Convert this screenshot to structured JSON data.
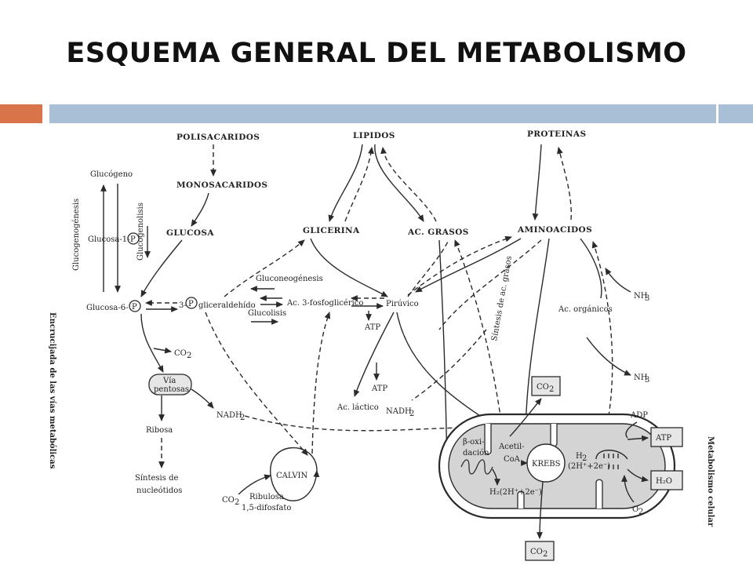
{
  "title": "ESQUEMA GENERAL DEL METABOLISMO",
  "labels": {
    "polisacaridos": "POLISACARIDOS",
    "monosacaridos": "MONOSACARIDOS",
    "glucosa": "GLUCOSA",
    "glucogeno": "Glucógeno",
    "glucosa1": "Glucosa-1-",
    "glucosa6": "Glucosa-6-",
    "glucogenogenesis": "Glucogenogénesis",
    "glucogenolisis": "Glucogenolisis",
    "lipidos": "LIPIDOS",
    "glicerina": "GLICERINA",
    "ac_grasos": "AC. GRASOS",
    "proteinas": "PROTEINAS",
    "aminoacidos": "AMINOACIDOS",
    "gluconeogenesis": "Gluconeogénesis",
    "glucolisis": "Glucolisis",
    "gliceraldehido": "gliceraldehído",
    "three": "3-",
    "ac_fosfoglicerico": "Ac. 3-fosfoglicérico",
    "piruvico": "Pirúvico",
    "atp": "ATP",
    "ac_lactico": "Ac. láctico",
    "nadh2": "NADH",
    "nadh_sub": "2",
    "co2": "CO",
    "two": "2",
    "via_pentosas_1": "Vía",
    "via_pentosas_2": "pentosas",
    "ribosa": "Ribosa",
    "sintesis_nucleotidos_1": "Síntesis de",
    "sintesis_nucleotidos_2": "nucleótidos",
    "calvin": "CALVIN",
    "ribulosa_1": "Ribulosa",
    "ribulosa_2": "1,5-difosfato",
    "sintesis_ac_grasos": "Síntesis de ac. grasos",
    "ac_organicos": "Ac. orgánicos",
    "nh3": "NH",
    "three_sub": "3",
    "beta_oxi_1": "β-oxi-",
    "beta_oxi_2": "dación",
    "acetil_1": "Acetil-",
    "acetil_2": "CoA",
    "krebs": "KREBS",
    "h2": "H",
    "h2_eq": "(2H⁺+2e⁻)",
    "h2_eq_full": "H₂(2H⁺+2e⁻)",
    "adp": "ADP",
    "h2o": "H₂O",
    "o2": "O",
    "p": "P",
    "encrucijada": "Encrucijada de las vías metabólicas",
    "metabolismo_celular": "Metabolismo celular"
  }
}
